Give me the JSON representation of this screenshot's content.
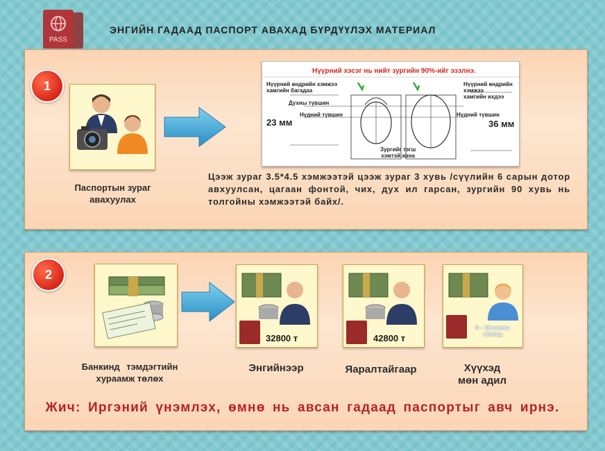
{
  "title": "ЭНГИЙН ГАДААД ПАСПОРТ АВАХАД БҮРДҮҮЛЭХ МАТЕРИАЛ",
  "passport_icon": {
    "label": "PASS",
    "icon": "passport-icon"
  },
  "step1": {
    "number": "1",
    "photo_label_line1": "Паспортын зураг",
    "photo_label_line2": "авахуулах",
    "diagram": {
      "headline": "Нүүрний хэсэг нь нийт зургийн 90%-ийг эзэлнэ.",
      "left_top": "Нүүрний өндрийн хэмжээ",
      "left_top2": "хамгийн багадаа",
      "eye_line": "Духны түвшин",
      "nose_line": "Нүдний түвшин",
      "left_size": "23 мм",
      "right_top": "Нүүрний өндрийн хэмжээ",
      "right_top2": "хамгийн ихдээ",
      "right_line": "Нүдний түвшин",
      "right_size": "36 мм",
      "bottom_1": "Зургийг тэгш",
      "bottom_2": "хэмтэй авна"
    },
    "description": "Цээж зураг 3.5*4.5 хэмжээтэй цээж зураг 3 хувь /сүүлийн 6 сарын дотор авхуулсан, цагаан фонтой, чих, дух ил гарсан, зургийн 90 хувь нь толгойны хэмжээтэй байх/."
  },
  "step2": {
    "number": "2",
    "bank_label_line1": "Банкинд тэмдэгтийн",
    "bank_label_line2": "хураамж төлөх",
    "options": [
      {
        "price": "32800 т",
        "label": "Энгийнээр"
      },
      {
        "price": "42800 т",
        "label": "Яаралтайгаар"
      },
      {
        "price_line1": "0 – 16 насны",
        "price_line2": "хүүхэд",
        "label_line1": "Хүүхэд",
        "label_line2": "мөн адил"
      }
    ]
  },
  "note": "Жич: Иргэний үнэмлэх, өмнө нь авсан гадаад паспортыг авч ирнэ.",
  "colors": {
    "accent_red": "#d9261a",
    "panel": "#fbd5b4",
    "arrow": "#3aa6d6",
    "note": "#b5222a"
  }
}
